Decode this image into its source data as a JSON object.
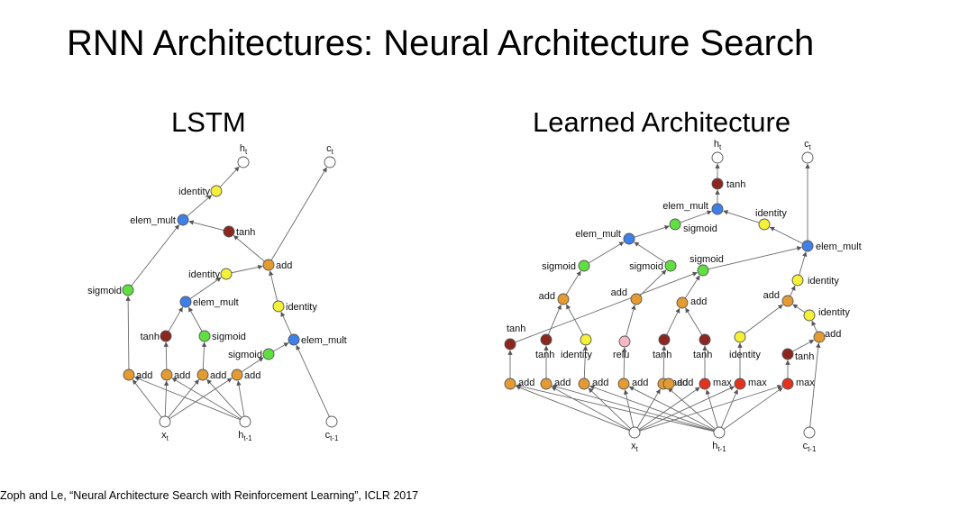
{
  "title": "RNN Architectures: Neural Architecture Search",
  "lstm": {
    "heading": "LSTM",
    "nodes": [
      {
        "id": "l_ht",
        "label": "h",
        "sub": "t",
        "color": "#ffffff"
      },
      {
        "id": "l_ct",
        "label": "c",
        "sub": "t",
        "color": "#ffffff"
      },
      {
        "id": "l_id1",
        "label": "identity",
        "color": "#f5f038"
      },
      {
        "id": "l_em1",
        "label": "elem_mult",
        "color": "#3f7fe8"
      },
      {
        "id": "l_tanh1",
        "label": "tanh",
        "color": "#8b2620"
      },
      {
        "id": "l_id2",
        "label": "identity",
        "color": "#f5f038"
      },
      {
        "id": "l_add1",
        "label": "add",
        "color": "#e39b32"
      },
      {
        "id": "l_sig1",
        "label": "sigmoid",
        "color": "#5fe040"
      },
      {
        "id": "l_em2",
        "label": "elem_mult",
        "color": "#3f7fe8"
      },
      {
        "id": "l_id3",
        "label": "identity",
        "color": "#f5f038"
      },
      {
        "id": "l_tanh2",
        "label": "tanh",
        "color": "#8b2620"
      },
      {
        "id": "l_sig2",
        "label": "sigmoid",
        "color": "#5fe040"
      },
      {
        "id": "l_sig3",
        "label": "sigmoid",
        "color": "#5fe040"
      },
      {
        "id": "l_em3",
        "label": "elem_mult",
        "color": "#3f7fe8"
      },
      {
        "id": "l_a1",
        "label": "add",
        "color": "#e39b32"
      },
      {
        "id": "l_a2",
        "label": "add",
        "color": "#e39b32"
      },
      {
        "id": "l_a3",
        "label": "add",
        "color": "#e39b32"
      },
      {
        "id": "l_a4",
        "label": "add",
        "color": "#e39b32"
      },
      {
        "id": "l_xt",
        "label": "x",
        "sub": "t",
        "color": "#ffffff"
      },
      {
        "id": "l_ht1",
        "label": "h",
        "sub": "t-1",
        "color": "#ffffff"
      },
      {
        "id": "l_ct1",
        "label": "c",
        "sub": "t-1",
        "color": "#ffffff"
      }
    ]
  },
  "learned": {
    "heading": "Learned Architecture",
    "nodes": [
      {
        "id": "r_ht",
        "label": "h",
        "sub": "t",
        "color": "#ffffff"
      },
      {
        "id": "r_ct",
        "label": "c",
        "sub": "t",
        "color": "#ffffff"
      },
      {
        "id": "r_tanhtop",
        "label": "tanh",
        "color": "#8b2620"
      },
      {
        "id": "r_emtop",
        "label": "elem_mult",
        "color": "#3f7fe8"
      },
      {
        "id": "r_idtop",
        "label": "identity",
        "color": "#f5f038"
      },
      {
        "id": "r_sigtop",
        "label": "sigmoid",
        "color": "#5fe040"
      },
      {
        "id": "r_em2",
        "label": "elem_mult",
        "color": "#3f7fe8"
      },
      {
        "id": "r_em3",
        "label": "elem_mult",
        "color": "#3f7fe8"
      },
      {
        "id": "r_sig2",
        "label": "sigmoid",
        "color": "#5fe040"
      },
      {
        "id": "r_sig3",
        "label": "sigmoid",
        "color": "#5fe040"
      },
      {
        "id": "r_sig4",
        "label": "sigmoid",
        "color": "#5fe040"
      },
      {
        "id": "r_id2",
        "label": "identity",
        "color": "#f5f038"
      },
      {
        "id": "r_add3",
        "label": "add",
        "color": "#e39b32"
      },
      {
        "id": "r_add4",
        "label": "add",
        "color": "#e39b32"
      },
      {
        "id": "r_add5",
        "label": "add",
        "color": "#e39b32"
      },
      {
        "id": "r_add6",
        "label": "add",
        "color": "#e39b32"
      },
      {
        "id": "r_id3",
        "label": "identity",
        "color": "#f5f038"
      },
      {
        "id": "r_tanh1",
        "label": "tanh",
        "color": "#8b2620"
      },
      {
        "id": "r_tanh2",
        "label": "tanh",
        "color": "#8b2620"
      },
      {
        "id": "r_id4",
        "label": "identity",
        "color": "#f5f038"
      },
      {
        "id": "r_relu",
        "label": "relu",
        "color": "#f5b8c4"
      },
      {
        "id": "r_tanh3",
        "label": "tanh",
        "color": "#8b2620"
      },
      {
        "id": "r_tanh4",
        "label": "tanh",
        "color": "#8b2620"
      },
      {
        "id": "r_id5",
        "label": "identity",
        "color": "#f5f038"
      },
      {
        "id": "r_tanh5",
        "label": "tanh",
        "color": "#8b2620"
      },
      {
        "id": "r_add7",
        "label": "add",
        "color": "#e39b32"
      },
      {
        "id": "r_b1",
        "label": "add",
        "color": "#e39b32"
      },
      {
        "id": "r_b2",
        "label": "add",
        "color": "#e39b32"
      },
      {
        "id": "r_b3",
        "label": "add",
        "color": "#e39b32"
      },
      {
        "id": "r_b4",
        "label": "add",
        "color": "#e39b32"
      },
      {
        "id": "r_b5",
        "label": "add",
        "color": "#e39b32"
      },
      {
        "id": "r_b6",
        "label": "add",
        "color": "#e39b32"
      },
      {
        "id": "r_m1",
        "label": "max",
        "color": "#e2331e"
      },
      {
        "id": "r_m2",
        "label": "max",
        "color": "#e2331e"
      },
      {
        "id": "r_m3",
        "label": "max",
        "color": "#e2331e"
      },
      {
        "id": "r_xt",
        "label": "x",
        "sub": "t",
        "color": "#ffffff"
      },
      {
        "id": "r_ht1",
        "label": "h",
        "sub": "t-1",
        "color": "#ffffff"
      },
      {
        "id": "r_ct1",
        "label": "c",
        "sub": "t-1",
        "color": "#ffffff"
      }
    ]
  },
  "citation": "Zoph and Le, “Neural Architecture Search with Reinforcement Learning”, ICLR 2017"
}
